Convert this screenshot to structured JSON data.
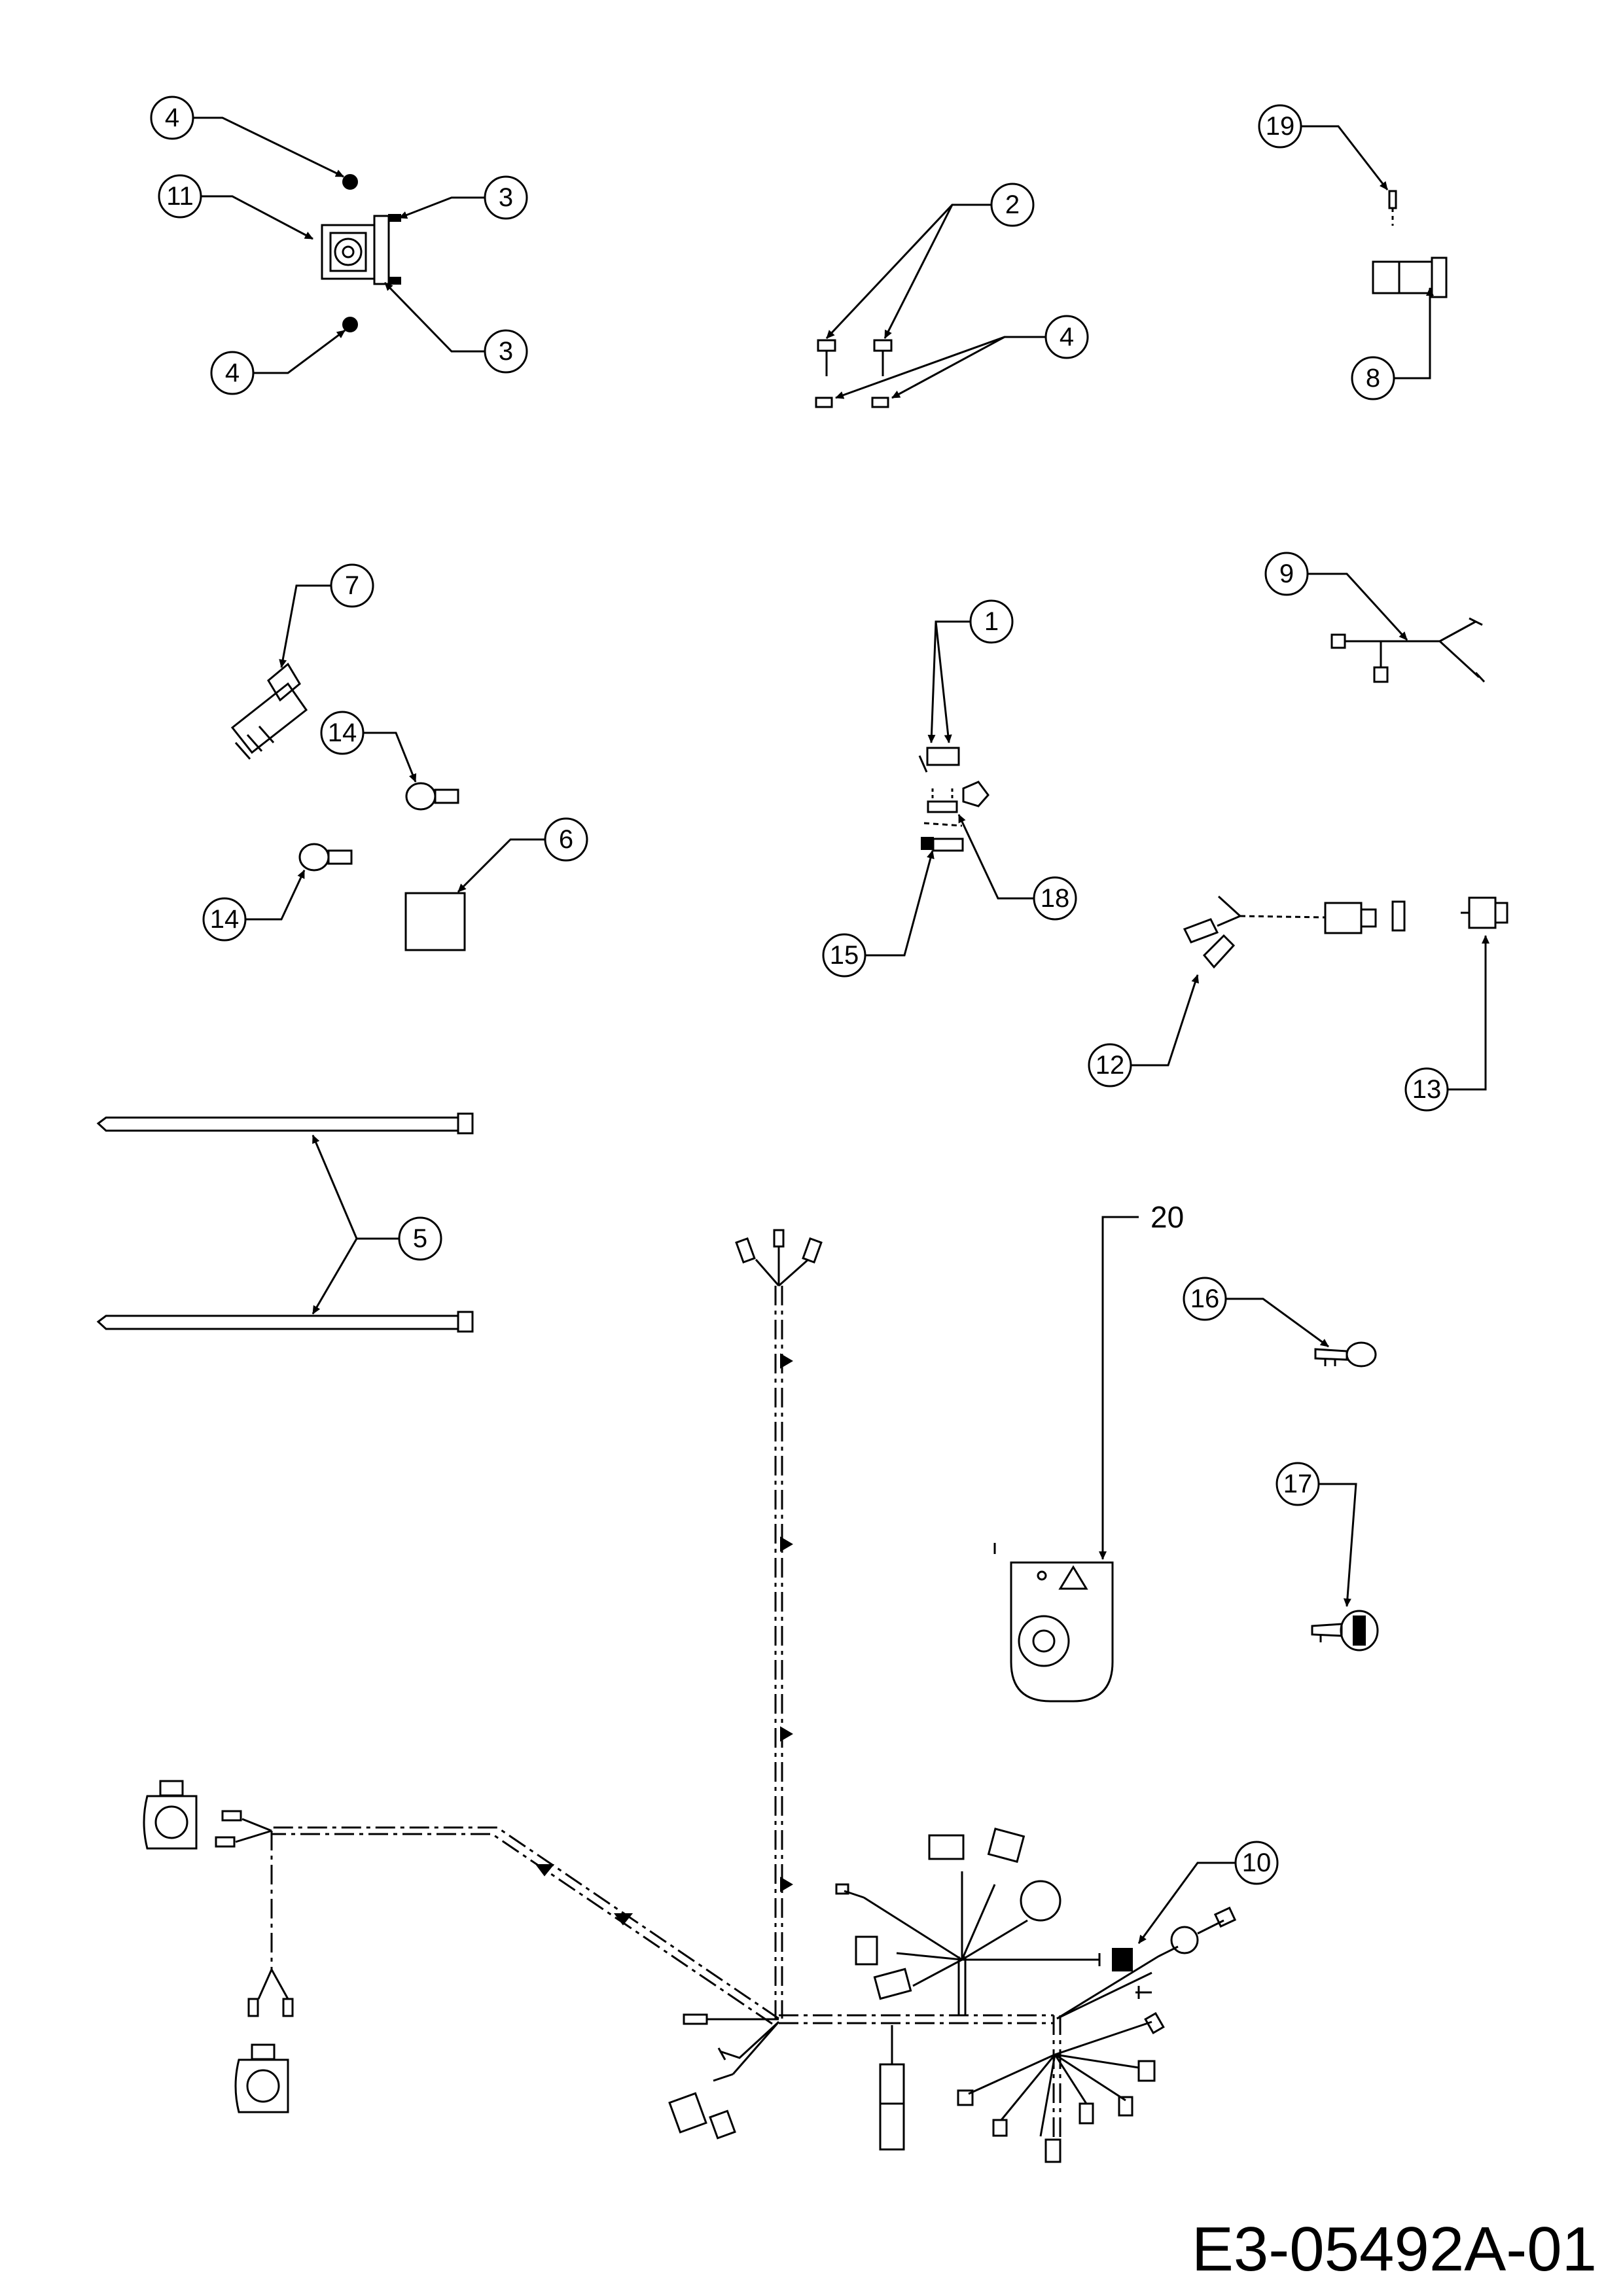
{
  "diagram_code": "E3-05492A-01",
  "callouts": {
    "c1": "1",
    "c2": "2",
    "c3a": "3",
    "c3b": "3",
    "c4a": "4",
    "c4b": "4",
    "c4c": "4",
    "c5": "5",
    "c6": "6",
    "c7": "7",
    "c8": "8",
    "c9": "9",
    "c10": "10",
    "c11": "11",
    "c12": "12",
    "c13": "13",
    "c14a": "14",
    "c14b": "14",
    "c15": "15",
    "c16": "16",
    "c17": "17",
    "c18": "18",
    "c19": "19"
  },
  "plain_labels": {
    "p20": "20"
  }
}
